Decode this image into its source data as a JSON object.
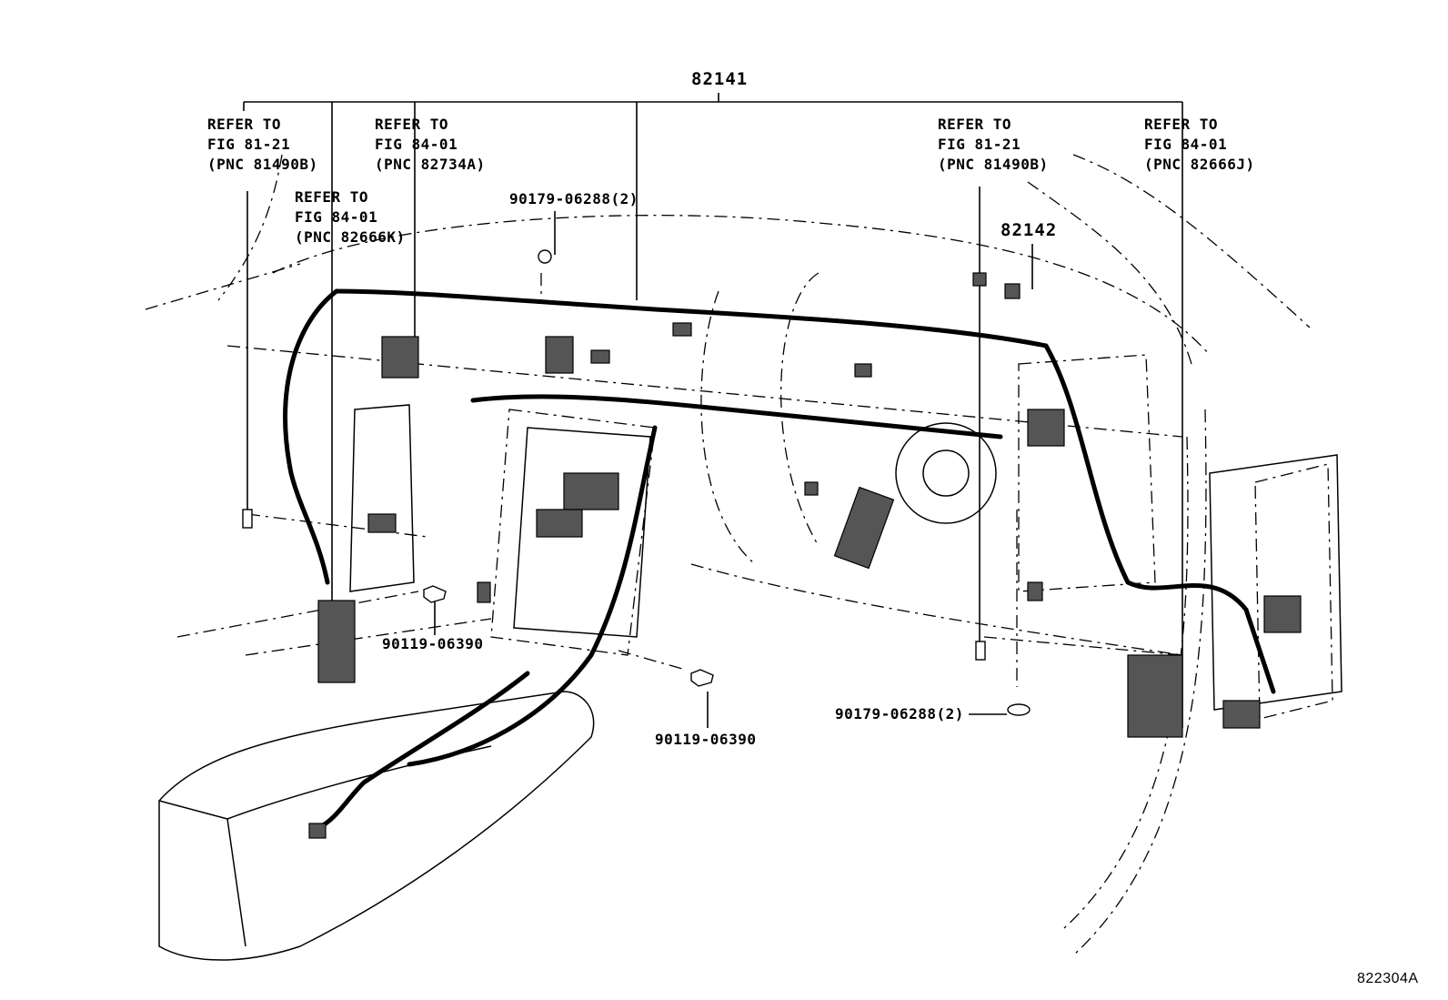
{
  "diagram": {
    "main_part": "82141",
    "sub_part": "82142",
    "refs": [
      {
        "line1": "REFER TO",
        "line2": "FIG 81-21",
        "line3": "(PNC 81490B)"
      },
      {
        "line1": "REFER TO",
        "line2": "FIG 84-01",
        "line3": "(PNC 82734A)"
      },
      {
        "line1": "REFER TO",
        "line2": "FIG 84-01",
        "line3": "(PNC 82666K)"
      },
      {
        "line1": "REFER TO",
        "line2": "FIG 81-21",
        "line3": "(PNC 81490B)"
      },
      {
        "line1": "REFER TO",
        "line2": "FIG 84-01",
        "line3": "(PNC 82666J)"
      }
    ],
    "parts": {
      "clip_top": "90179-06288(2)",
      "clip_bottom": "90179-06288(2)",
      "bolt_left": "90119-06390",
      "bolt_center": "90119-06390"
    },
    "figure_id": "822304A"
  }
}
